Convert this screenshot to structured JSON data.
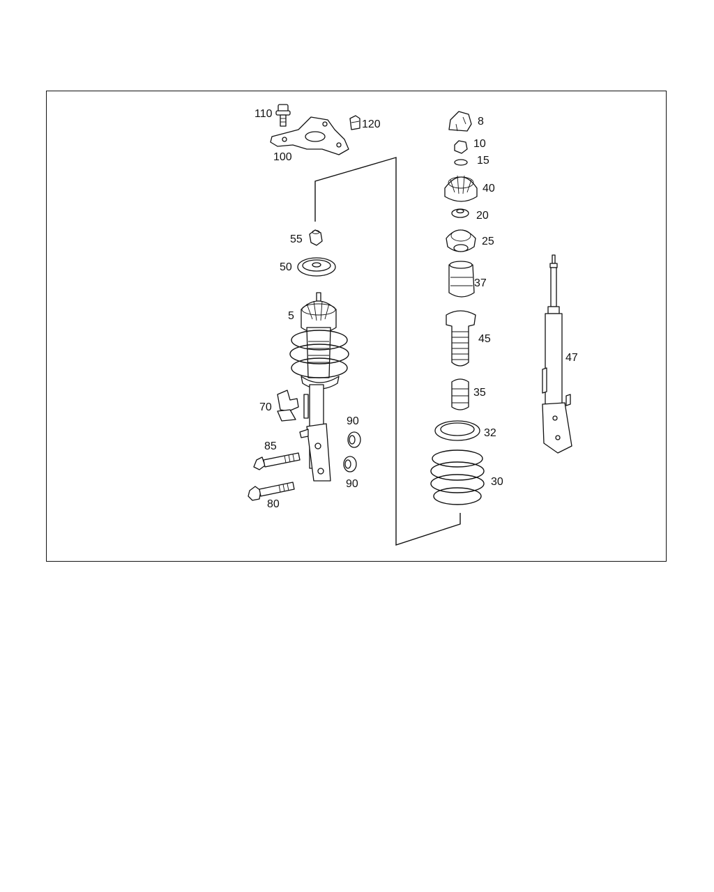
{
  "callouts": {
    "c110": "110",
    "c120": "120",
    "c100": "100",
    "c8": "8",
    "c10": "10",
    "c15": "15",
    "c40": "40",
    "c20": "20",
    "c55": "55",
    "c25": "25",
    "c50": "50",
    "c37": "37",
    "c5": "5",
    "c45": "45",
    "c47": "47",
    "c35": "35",
    "c70": "70",
    "c90a": "90",
    "c32": "32",
    "c85": "85",
    "c30": "30",
    "c90b": "90",
    "c80": "80"
  }
}
